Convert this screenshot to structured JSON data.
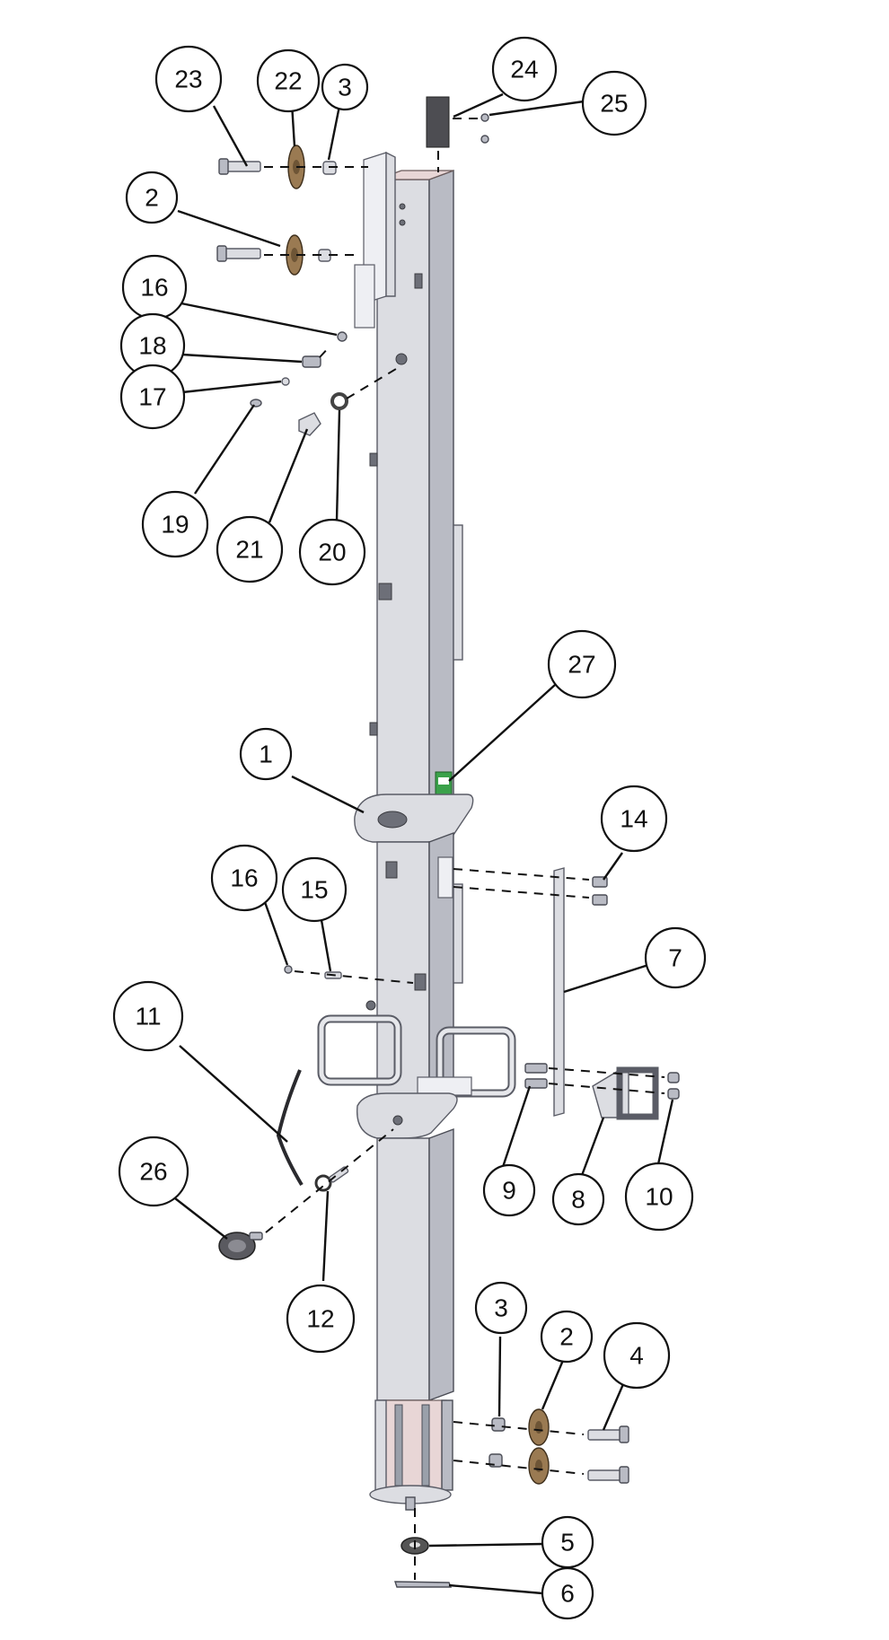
{
  "callouts": [
    {
      "label": "23",
      "cx": 0,
      "cy": 0
    },
    {
      "label": "22"
    },
    {
      "label": "3"
    },
    {
      "label": "24"
    },
    {
      "label": "25"
    },
    {
      "label": "2"
    },
    {
      "label": "16"
    },
    {
      "label": "18"
    },
    {
      "label": "17"
    },
    {
      "label": "19"
    },
    {
      "label": "21"
    },
    {
      "label": "20"
    },
    {
      "label": "27"
    },
    {
      "label": "1"
    },
    {
      "label": "14"
    },
    {
      "label": "16"
    },
    {
      "label": "15"
    },
    {
      "label": "7"
    },
    {
      "label": "11"
    },
    {
      "label": "9"
    },
    {
      "label": "8"
    },
    {
      "label": "10"
    },
    {
      "label": "26"
    },
    {
      "label": "12"
    },
    {
      "label": "3"
    },
    {
      "label": "2"
    },
    {
      "label": "4"
    },
    {
      "label": "5"
    },
    {
      "label": "6"
    }
  ],
  "colors": {
    "metal": "#dcdde2",
    "wheel": "#9a7a52",
    "label_green": "#3aa14a"
  }
}
